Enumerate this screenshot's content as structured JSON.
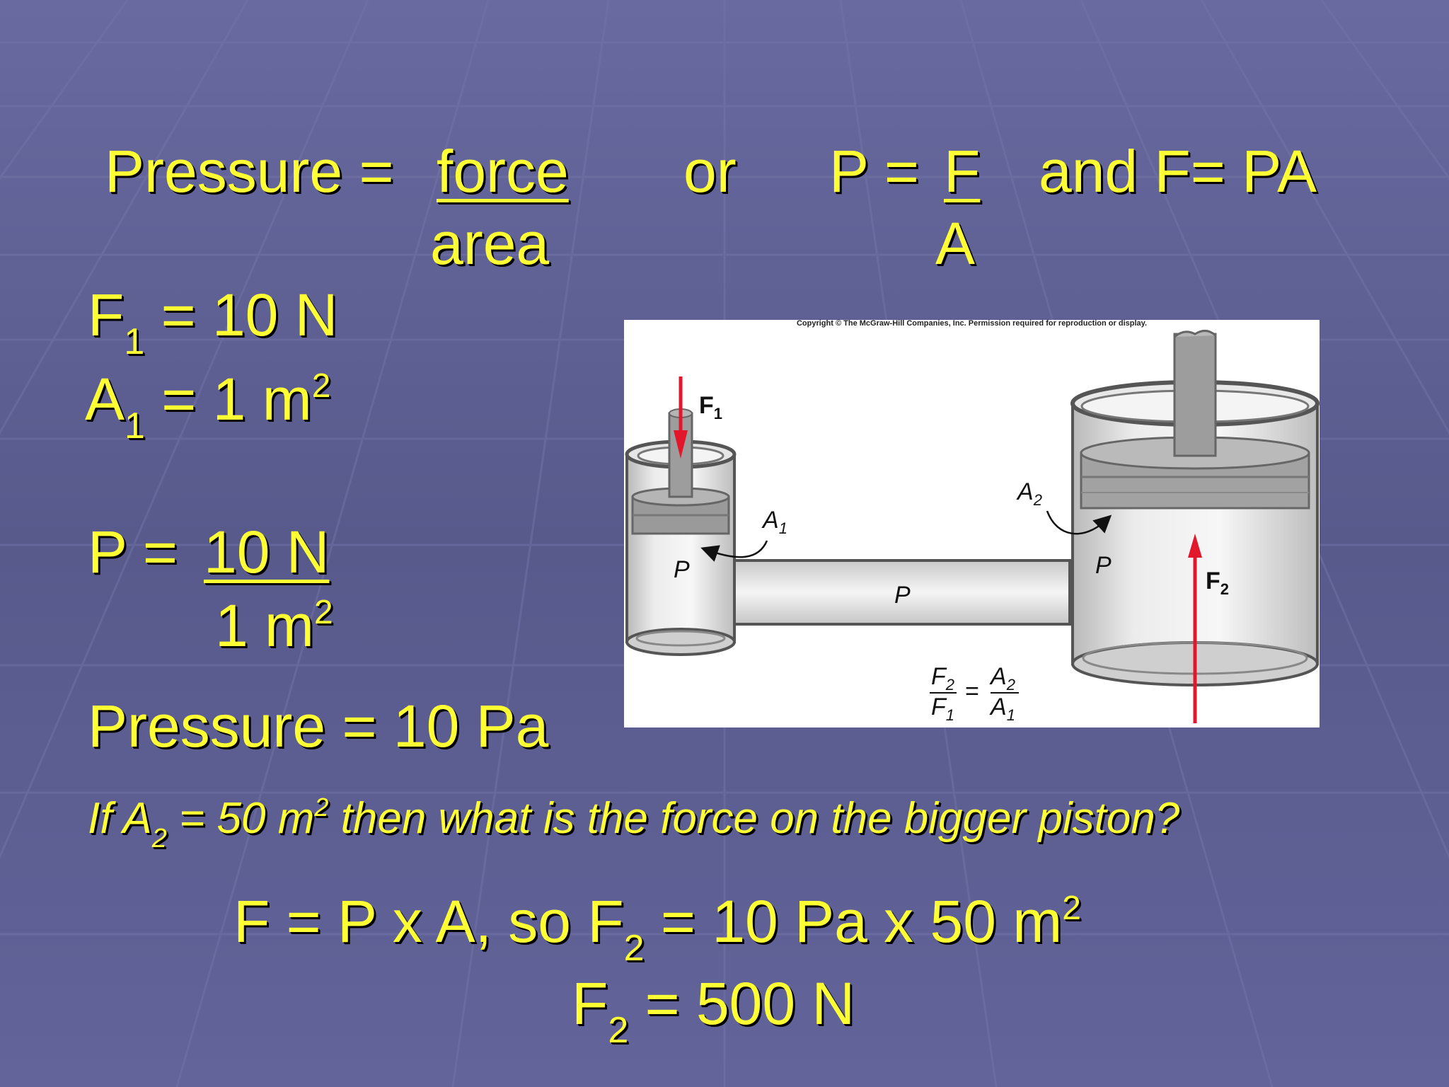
{
  "slide": {
    "line1": {
      "pressure_label": "Pressure = ",
      "force_word": "force",
      "or_word": "or",
      "p_eq": "P = ",
      "f_letter": "F",
      "and_text": "and F= PA"
    },
    "line2": {
      "area_word": "area",
      "a_letter": "A"
    },
    "given": {
      "f1_letter": "F",
      "f1_sub": "1",
      "f1_value": " = 10 N",
      "a1_letter": "A",
      "a1_sub": "1",
      "a1_value": " = 1 m",
      "a1_sup": "2"
    },
    "calc": {
      "p_eq": "P = ",
      "numerator": "10 N",
      "denominator": "1 m",
      "denominator_sup": "2",
      "result": "Pressure = 10 Pa"
    },
    "question": {
      "part1": "If A",
      "sub": "2",
      "part2": " = 50 m",
      "sup": "2",
      "part3": " then what is the force on the bigger piston?"
    },
    "answer": {
      "line1_a": "F = P x A, so F",
      "line1_sub": "2",
      "line1_b": " = 10 Pa x 50 m",
      "line1_sup": "2",
      "line2_a": "F",
      "line2_sub": "2",
      "line2_b": " = 500 N"
    }
  },
  "figure": {
    "copyright": "Copyright © The McGraw-Hill Companies, Inc. Permission required for reproduction or display.",
    "f1_label": "F",
    "f1_sub": "1",
    "f2_label": "F",
    "f2_sub": "2",
    "a1_label": "A",
    "a1_sub": "1",
    "a2_label": "A",
    "a2_sub": "2",
    "p_label": "P",
    "eq_f2": "F",
    "eq_f2_sub": "2",
    "eq_f1": "F",
    "eq_f1_sub": "1",
    "eq_a2": "A",
    "eq_a2_sub": "2",
    "eq_a1": "A",
    "eq_a1_sub": "1",
    "eq_sign": "=",
    "arrow_color": "#e3172c"
  }
}
